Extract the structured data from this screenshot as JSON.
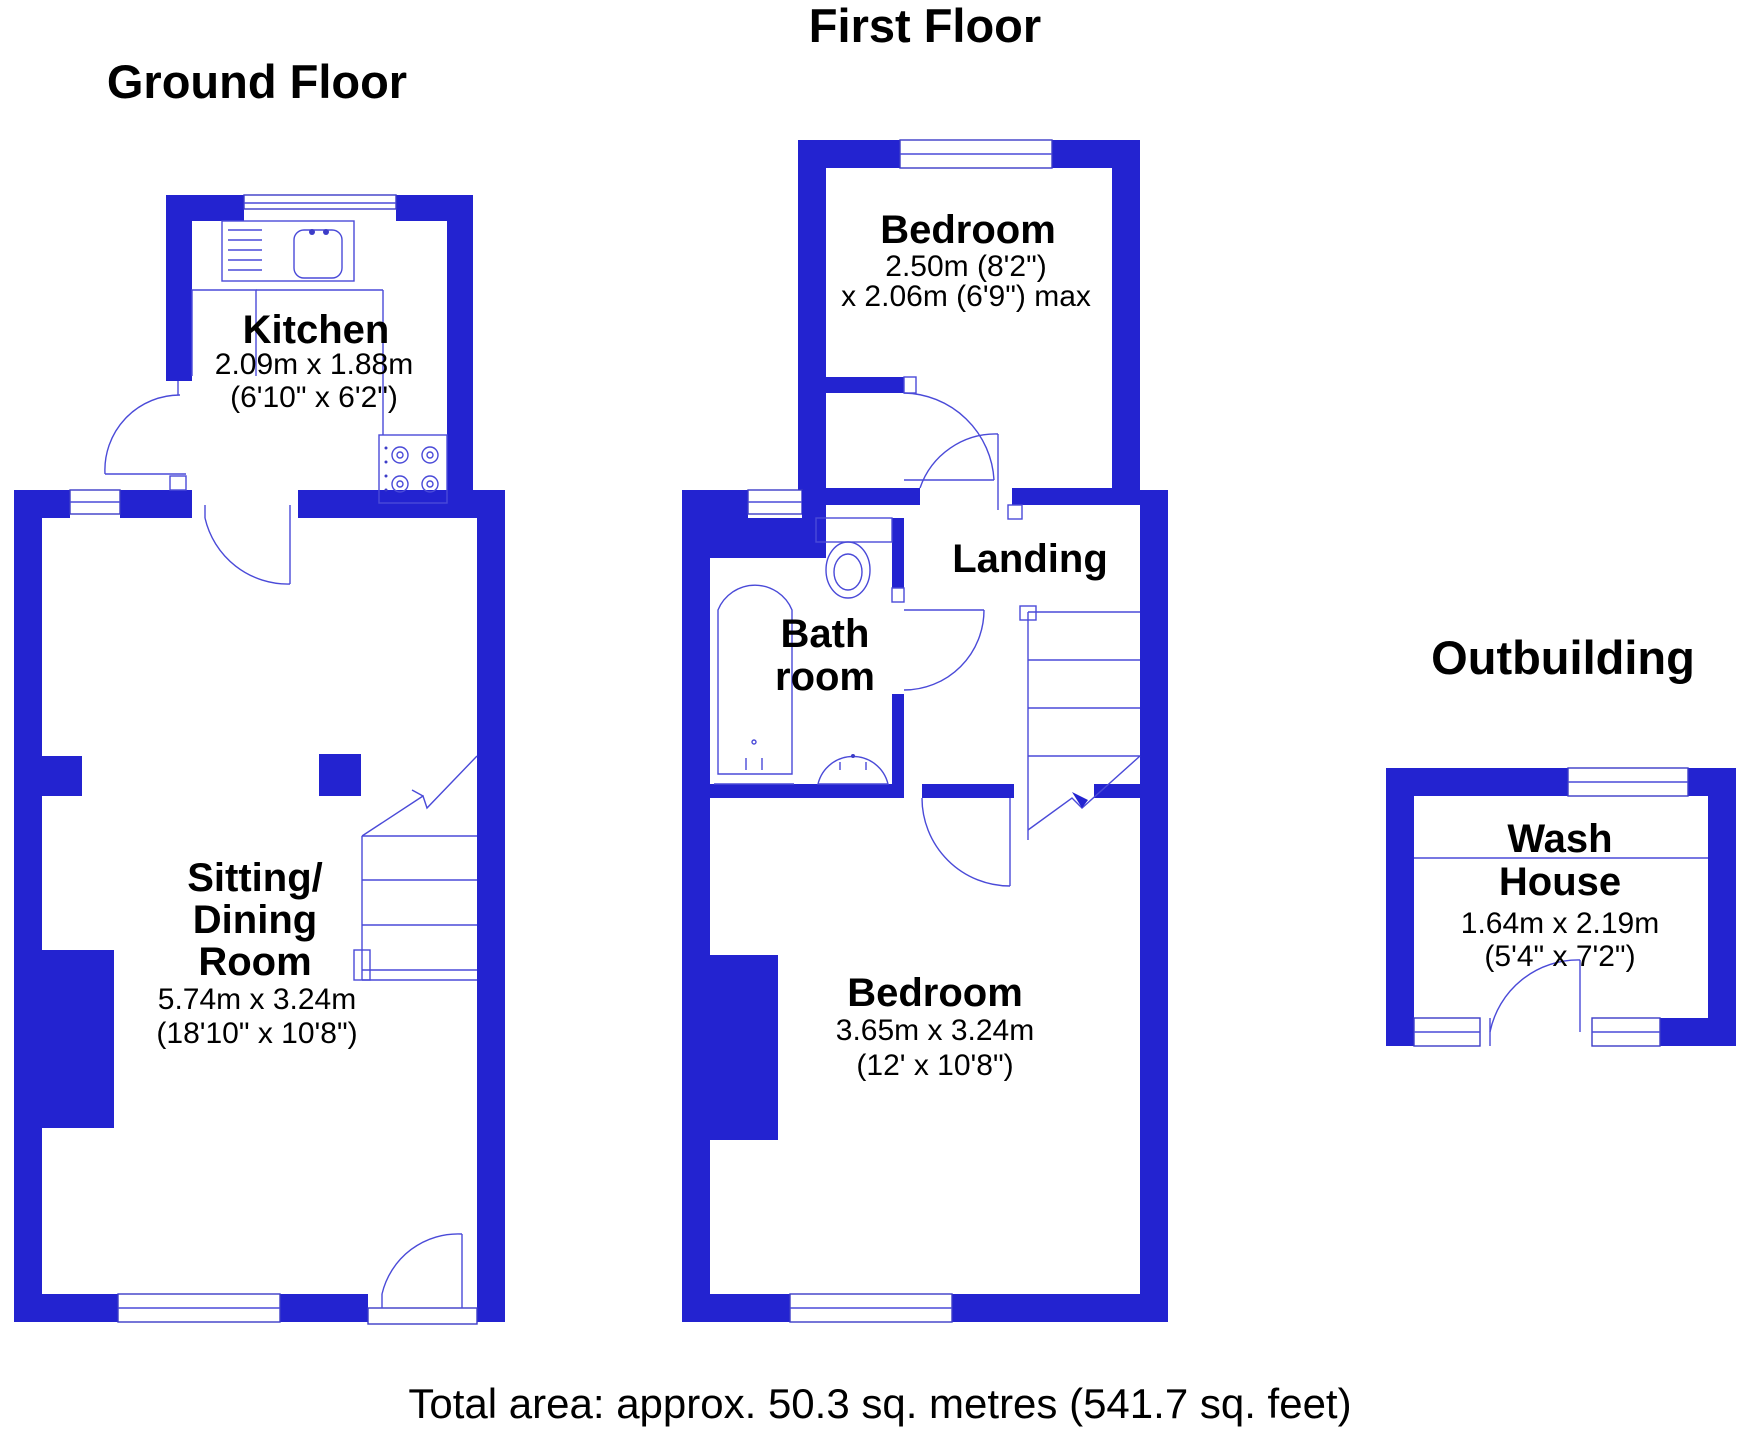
{
  "headings": {
    "ground": "Ground Floor",
    "first": "First Floor",
    "outbuilding": "Outbuilding"
  },
  "rooms": {
    "kitchen": {
      "name": "Kitchen",
      "dim1": "2.09m x 1.88m",
      "dim2": "(6'10\" x 6'2\")"
    },
    "sitting": {
      "name1": "Sitting/",
      "name2": "Dining",
      "name3": "Room",
      "dim1": "5.74m x 3.24m",
      "dim2": "(18'10\" x 10'8\")"
    },
    "bedroom_small": {
      "name": "Bedroom",
      "dim1": "2.50m (8'2\")",
      "dim2": "x 2.06m (6'9\") max"
    },
    "landing": {
      "name": "Landing"
    },
    "bathroom": {
      "name1": "Bath",
      "name2": "room"
    },
    "bedroom_large": {
      "name": "Bedroom",
      "dim1": "3.65m x 3.24m",
      "dim2": "(12' x 10'8\")"
    },
    "wash_house": {
      "name1": "Wash",
      "name2": "House",
      "dim1": "1.64m x 2.19m",
      "dim2": "(5'4\" x 7'2\")"
    }
  },
  "total_area": "Total area: approx. 50.3 sq. metres (541.7 sq. feet)",
  "colors": {
    "wall": "#2323d0",
    "fixture": "#4a4ad8"
  }
}
